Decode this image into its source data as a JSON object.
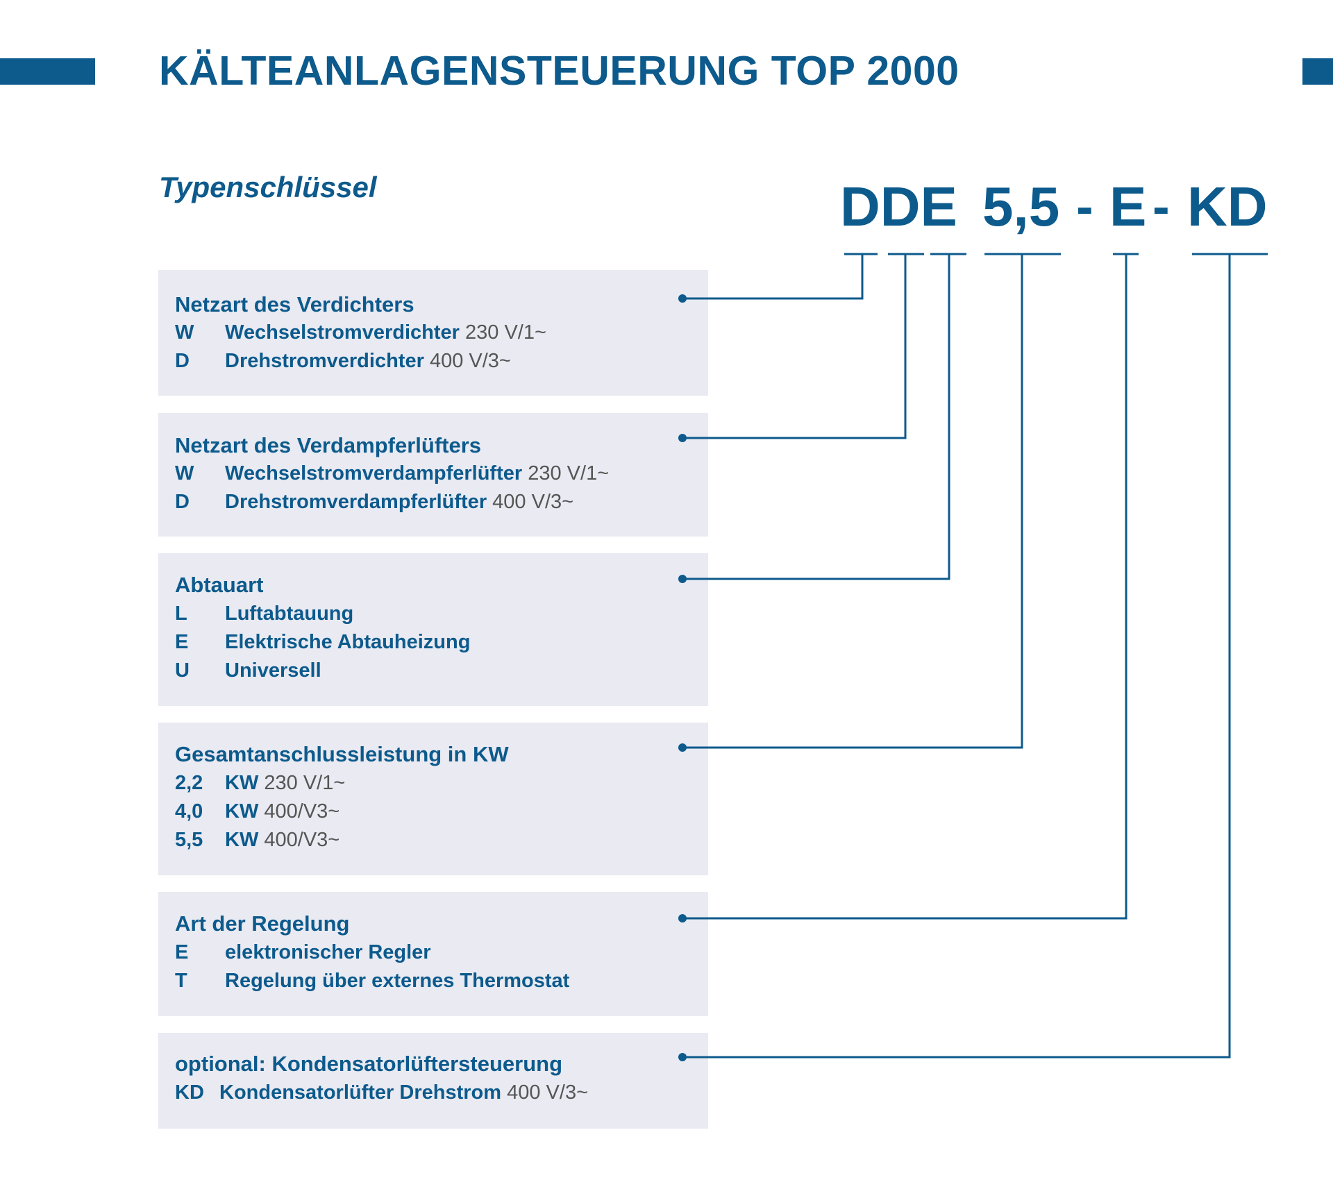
{
  "title": "KÄLTEANLAGENSTEUERUNG TOP 2000",
  "subtitle": "Typenschlüssel",
  "code": {
    "part1": "DDE",
    "part2": "5,5",
    "sep1": "-",
    "part3": "E",
    "sep2": "-",
    "part4": "KD"
  },
  "colors": {
    "brand": "#0d5a8c",
    "panel": "#e9eaf2",
    "spec": "#555555"
  },
  "panels": [
    {
      "title": "Netzart des Verdichters",
      "rows": [
        {
          "key": "W",
          "name": "Wechselstromverdichter",
          "spec": "230 V/1~"
        },
        {
          "key": "D",
          "name": "Drehstromverdichter",
          "spec": "400 V/3~"
        }
      ]
    },
    {
      "title": "Netzart des Verdampferlüfters",
      "rows": [
        {
          "key": "W",
          "name": "Wechselstromverdampferlüfter",
          "spec": "230 V/1~"
        },
        {
          "key": "D",
          "name": "Drehstromverdampferlüfter",
          "spec": "400 V/3~"
        }
      ]
    },
    {
      "title": "Abtauart",
      "rows": [
        {
          "key": "L",
          "name": "Luftabtauung",
          "spec": ""
        },
        {
          "key": "E",
          "name": "Elektrische Abtauheizung",
          "spec": ""
        },
        {
          "key": "U",
          "name": "Universell",
          "spec": ""
        }
      ]
    },
    {
      "title": "Gesamtanschlussleistung in KW",
      "rows": [
        {
          "key": "2,2",
          "name": "KW",
          "spec": "230 V/1~"
        },
        {
          "key": "4,0",
          "name": "KW",
          "spec": "400/V3~"
        },
        {
          "key": "5,5",
          "name": "KW",
          "spec": "400/V3~"
        }
      ]
    },
    {
      "title": "Art der Regelung",
      "rows": [
        {
          "key": "E",
          "name": "elektronischer Regler",
          "spec": ""
        },
        {
          "key": "T",
          "name": "Regelung über externes Thermostat",
          "spec": ""
        }
      ]
    },
    {
      "title": "optional: Kondensatorlüftersteuerung",
      "rows": [
        {
          "key": "KD",
          "name": "Kondensatorlüfter Drehstrom",
          "spec": "400 V/3~"
        }
      ]
    }
  ]
}
